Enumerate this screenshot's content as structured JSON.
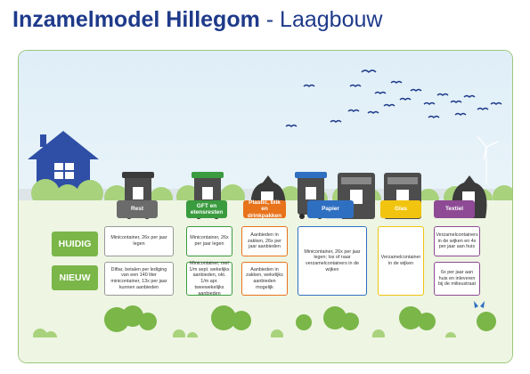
{
  "title": {
    "bold": "Inzamelmodel Hillegom",
    "rest": " - Laagbouw"
  },
  "categories": [
    {
      "key": "rest",
      "label": "Rest",
      "color": "#6b6b6b"
    },
    {
      "key": "gft",
      "label": "GFT en etensresten",
      "color": "#3a9b3f"
    },
    {
      "key": "plastic",
      "label": "Plastic, blik en drinkpakken",
      "color": "#e8731b"
    },
    {
      "key": "papier",
      "label": "Papier",
      "color": "#2f6fc1"
    },
    {
      "key": "glas",
      "label": "Glas",
      "color": "#f1c40f"
    },
    {
      "key": "textiel",
      "label": "Textiel",
      "color": "#8e4a94"
    }
  ],
  "rows": {
    "huidig": "HUIDIG",
    "nieuw": "NIEUW"
  },
  "huidig": {
    "rest": "Minicontainer, 26x per jaar legen",
    "gft": "Minicontainer, 26x per jaar legen",
    "plastic": "Aanbieden in zakken, 26x per jaar aanbieden",
    "papier": "Minicontainer, 26x per jaar legen; los of naar verzamelcontainers in de wijken",
    "glas": "Verzamelcontainer in de wijken",
    "textiel": "Verzamelcontainers in de wijken en 4x per jaar aan huis"
  },
  "nieuw": {
    "rest": "Diftar, betalen per lediging van een 140 liter minicontainer, 13x per jaar kunnen aanbieden",
    "gft": "Minicontainer, met 1/m sept. wekelijks aanbieden, okt. 1/m apr. tweewekelijks aanbieden",
    "plastic": "Aanbieden in zakken, wekelijks aanbieden mogelijk",
    "textiel": "6x per jaar aan huis en inleveren bij de milieustraat"
  },
  "icons": [
    "house-icon",
    "bird-icon",
    "tree-icon",
    "bush-icon",
    "wind-turbine-icon",
    "butterfly-icon",
    "container-icon",
    "bag-icon"
  ]
}
